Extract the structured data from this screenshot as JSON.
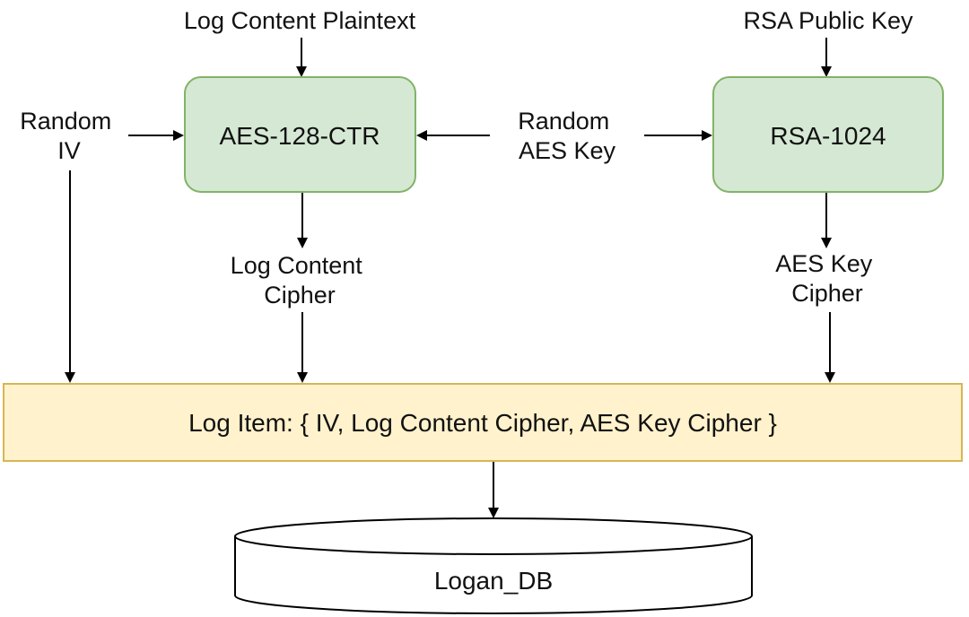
{
  "nodes": {
    "aes": {
      "label": "AES-128-CTR",
      "fill": "#d5e8d4",
      "stroke": "#82b366"
    },
    "rsa": {
      "label": "RSA-1024",
      "fill": "#d5e8d4",
      "stroke": "#82b366"
    },
    "log_item": {
      "label": "Log Item: { IV, Log Content Cipher, AES Key Cipher }",
      "fill": "#fff2cc",
      "stroke": "#d6b656"
    },
    "db": {
      "label": "Logan_DB"
    }
  },
  "labels": {
    "log_plaintext": "Log Content Plaintext",
    "rsa_public_key": "RSA Public Key",
    "random_iv": [
      "Random",
      "IV"
    ],
    "random_aes_key": [
      "Random",
      "AES Key"
    ],
    "log_content_cipher": [
      "Log Content",
      "Cipher"
    ],
    "aes_key_cipher": [
      "AES Key",
      "Cipher"
    ]
  },
  "edges": [
    {
      "from": "log_plaintext",
      "to": "aes"
    },
    {
      "from": "random_iv",
      "to": "aes"
    },
    {
      "from": "random_aes_key",
      "to": "aes"
    },
    {
      "from": "random_aes_key",
      "to": "rsa"
    },
    {
      "from": "rsa_public_key",
      "to": "rsa"
    },
    {
      "from": "aes",
      "to": "log_content_cipher"
    },
    {
      "from": "rsa",
      "to": "aes_key_cipher"
    },
    {
      "from": "random_iv",
      "to": "log_item"
    },
    {
      "from": "log_content_cipher",
      "to": "log_item"
    },
    {
      "from": "aes_key_cipher",
      "to": "log_item"
    },
    {
      "from": "log_item",
      "to": "db"
    }
  ]
}
